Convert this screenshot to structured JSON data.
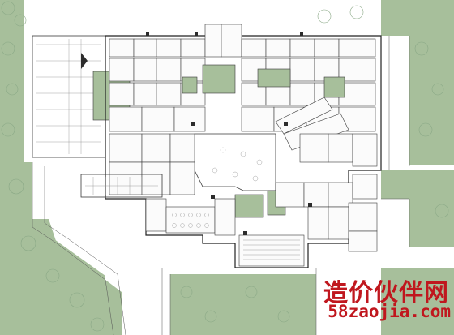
{
  "watermark": {
    "title": "造价伙伴网",
    "url_prefix": "58",
    "url_suffix": "zaojia.com"
  },
  "colors": {
    "site_green": "#a7bf9b",
    "wall": "#3a3a3a",
    "paper": "#ffffff",
    "watermark_red": "#c0171e"
  }
}
